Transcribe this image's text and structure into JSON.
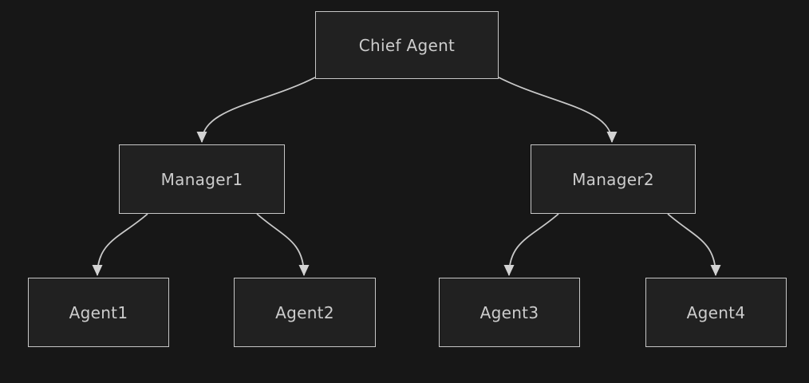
{
  "diagram": {
    "type": "flowchart-top-down",
    "nodes": [
      {
        "id": "chief",
        "label": "Chief Agent"
      },
      {
        "id": "manager1",
        "label": "Manager1"
      },
      {
        "id": "manager2",
        "label": "Manager2"
      },
      {
        "id": "agent1",
        "label": "Agent1"
      },
      {
        "id": "agent2",
        "label": "Agent2"
      },
      {
        "id": "agent3",
        "label": "Agent3"
      },
      {
        "id": "agent4",
        "label": "Agent4"
      }
    ],
    "edges": [
      {
        "from": "Chief Agent",
        "to": "Manager1"
      },
      {
        "from": "Chief Agent",
        "to": "Manager2"
      },
      {
        "from": "Manager1",
        "to": "Agent1"
      },
      {
        "from": "Manager1",
        "to": "Agent2"
      },
      {
        "from": "Manager2",
        "to": "Agent3"
      },
      {
        "from": "Manager2",
        "to": "Agent4"
      }
    ],
    "colors": {
      "background": "#171717",
      "node_fill": "#212121",
      "node_border": "#c6c6c6",
      "text": "#cccccc",
      "edge": "#c9c9c9",
      "arrowhead": "#d3d3d3"
    }
  }
}
